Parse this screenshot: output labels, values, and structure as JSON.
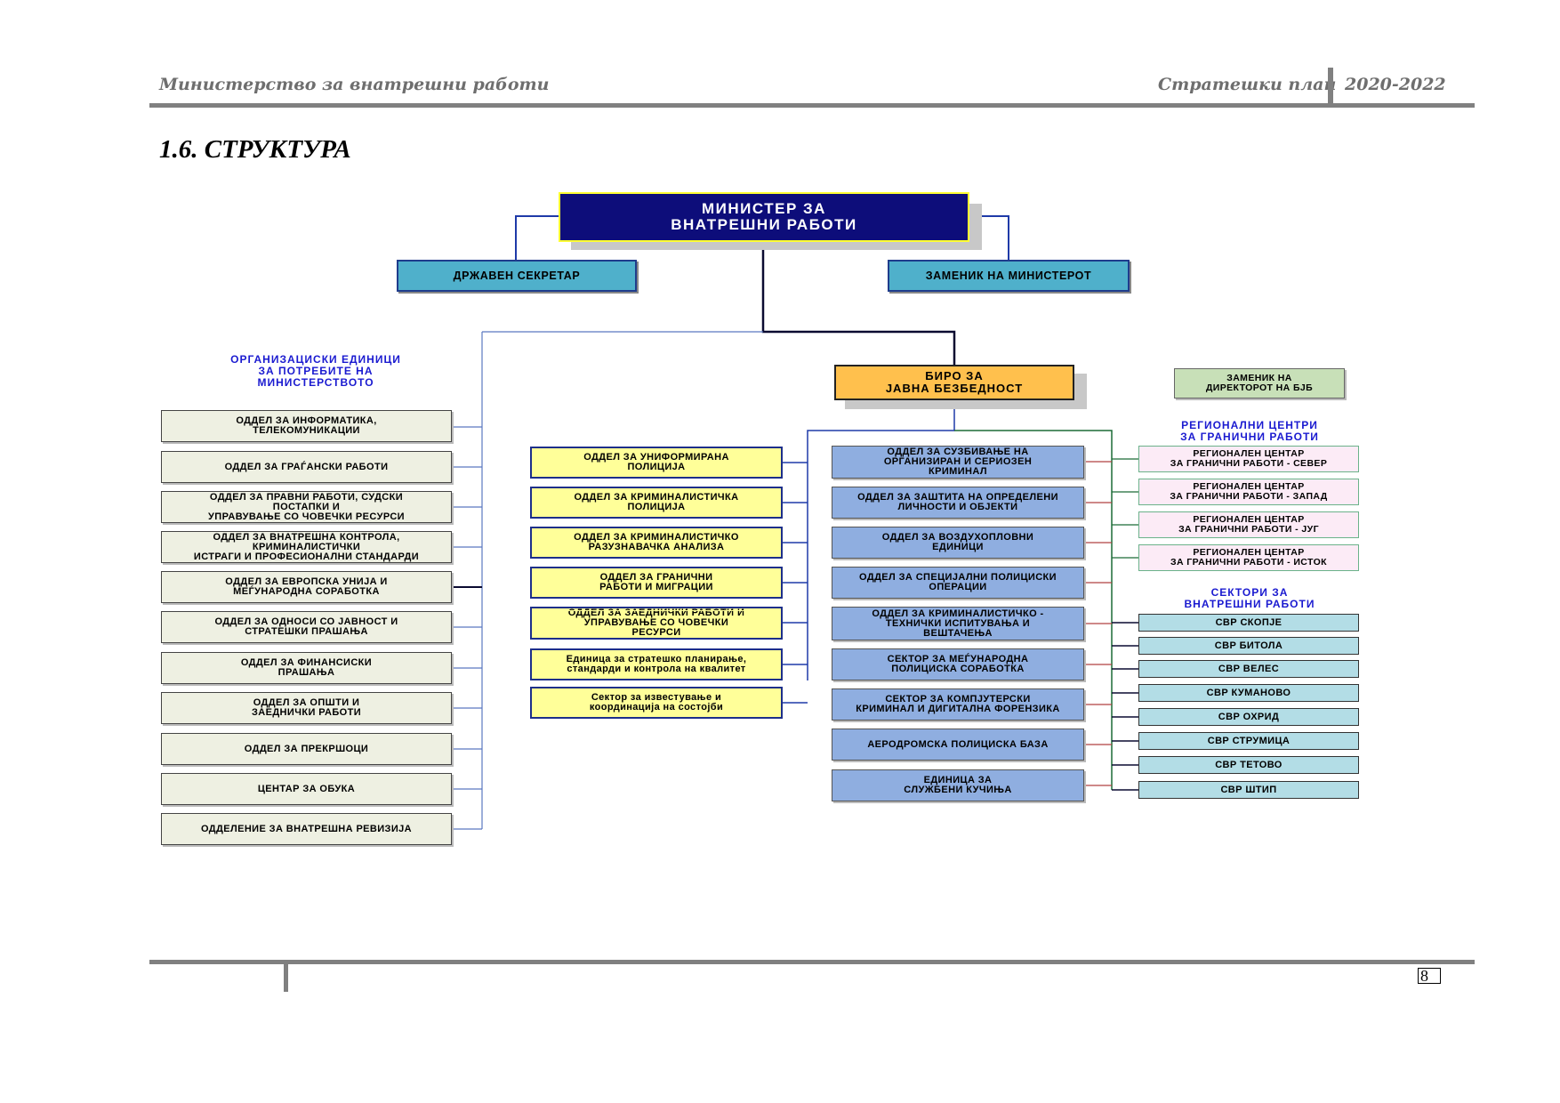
{
  "header": {
    "left": "Министерство за внатрешни работи",
    "right_title": "Стратешки план",
    "years": "2020-2022"
  },
  "heading": "1.6. СТРУКТУРА",
  "org": {
    "minister": "МИНИСТЕР ЗА\nВНАТРЕШНИ РАБОТИ",
    "state_secretary": "ДРЖАВЕН СЕКРЕТАР",
    "deputy_minister": "ЗАМЕНИК НА МИНИСТЕРОТ",
    "bureau": "БИРО ЗА\nЈАВНА БЕЗБЕДНОСТ",
    "deputy_director": "ЗАМЕНИК НА\nДИРЕКТОРОТ НА БЈБ",
    "left_title": "ОРГАНИЗАЦИСКИ ЕДИНИЦИ\nЗА ПОТРЕБИТЕ НА\nМИНИСТЕРСТВОТО",
    "left_units": [
      "ОДДЕЛ ЗА ИНФОРМАТИКА,\nТЕЛЕКОМУНИКАЦИИ",
      "ОДДЕЛ ЗА ГРАЃАНСКИ РАБОТИ",
      "ОДДЕЛ ЗА ПРАВНИ РАБОТИ, СУДСКИ\nПОСТАПКИ И\nУПРАВУВАЊЕ СО ЧОВЕЧКИ РЕСУРСИ",
      "ОДДЕЛ ЗА ВНАТРЕШНА КОНТРОЛА,\nКРИМИНАЛИСТИЧКИ\nИСТРАГИ И ПРОФЕСИОНАЛНИ СТАНДАРДИ",
      "ОДДЕЛ ЗА ЕВРОПСКА УНИЈА И\nМЕЃУНАРОДНА СОРАБОТКА",
      "ОДДЕЛ ЗА ОДНОСИ СО ЈАВНОСТ И\nСТРАТЕШКИ ПРАШАЊА",
      "ОДДЕЛ ЗА ФИНАНСИСКИ\nПРАШАЊА",
      "ОДДЕЛ ЗА ОПШТИ И\nЗАЕДНИЧКИ РАБОТИ",
      "ОДДЕЛ ЗА ПРЕКРШОЦИ",
      "ЦЕНТАР ЗА ОБУКА",
      "ОДДЕЛЕНИЕ ЗА ВНАТРЕШНА РЕВИЗИЈА"
    ],
    "yellow_units": [
      "ОДДЕЛ ЗА УНИФОРМИРАНА\nПОЛИЦИЈА",
      "ОДДЕЛ ЗА КРИМИНАЛИСТИЧКА\nПОЛИЦИЈА",
      "ОДДЕЛ ЗА КРИМИНАЛИСТИЧКО\nРАЗУЗНАВАЧКА АНАЛИЗА",
      "ОДДЕЛ ЗА ГРАНИЧНИ\nРАБОТИ И МИГРАЦИИ",
      "ОДДЕЛ ЗА ЗАЕДНИЧКИ РАБОТИ И\nУПРАВУВАЊЕ СО ЧОВЕЧКИ\nРЕСУРСИ",
      "Единица за стратешко планирање,\nстандарди и контрола на квалитет",
      "Сектор за известување и\nкоординација на состојби"
    ],
    "blue_units": [
      "ОДДЕЛ ЗА СУЗБИВАЊЕ НА\nОРГАНИЗИРАН И СЕРИОЗЕН\nКРИМИНАЛ",
      "ОДДЕЛ ЗА ЗАШТИТА НА ОПРЕДЕЛЕНИ\nЛИЧНОСТИ И ОБЈЕКТИ",
      "ОДДЕЛ ЗА ВОЗДУХОПЛОВНИ\nЕДИНИЦИ",
      "ОДДЕЛ ЗА СПЕЦИЈАЛНИ ПОЛИЦИСКИ\nОПЕРАЦИИ",
      "ОДДЕЛ ЗА КРИМИНАЛИСТИЧКО -\nТЕХНИЧКИ ИСПИТУВАЊА И\nВЕШТАЧЕЊА",
      "СЕКТОР ЗА МЕЃУНАРОДНА\nПОЛИЦИСКА СОРАБОТКА",
      "СЕКТОР ЗА КОМПЈУТЕРСКИ\nКРИМИНАЛ И ДИГИТАЛНА ФОРЕНЗИКА",
      "АЕРОДРОМСКА ПОЛИЦИСКА БАЗА",
      "ЕДИНИЦА ЗА\nСЛУЖБЕНИ КУЧИЊА"
    ],
    "regional_title": "РЕГИОНАЛНИ ЦЕНТРИ\nЗА ГРАНИЧНИ РАБОТИ",
    "regional_units": [
      "РЕГИОНАЛЕН ЦЕНТАР\nЗА ГРАНИЧНИ РАБОТИ - СЕВЕР",
      "РЕГИОНАЛЕН ЦЕНТАР\nЗА ГРАНИЧНИ РАБОТИ - ЗАПАД",
      "РЕГИОНАЛЕН ЦЕНТАР\nЗА ГРАНИЧНИ РАБОТИ - ЈУГ",
      "РЕГИОНАЛЕН ЦЕНТАР\nЗА ГРАНИЧНИ РАБОТИ - ИСТОК"
    ],
    "sectors_title": "СЕКТОРИ ЗА\nВНАТРЕШНИ РАБОТИ",
    "sectors": [
      "СВР СКОПЈЕ",
      "СВР БИТОЛА",
      "СВР ВЕЛЕС",
      "СВР КУМАНОВО",
      "СВР ОХРИД",
      "СВР СТРУМИЦА",
      "СВР ТЕТОВО",
      "СВР ШТИП"
    ]
  },
  "page_number": "8"
}
